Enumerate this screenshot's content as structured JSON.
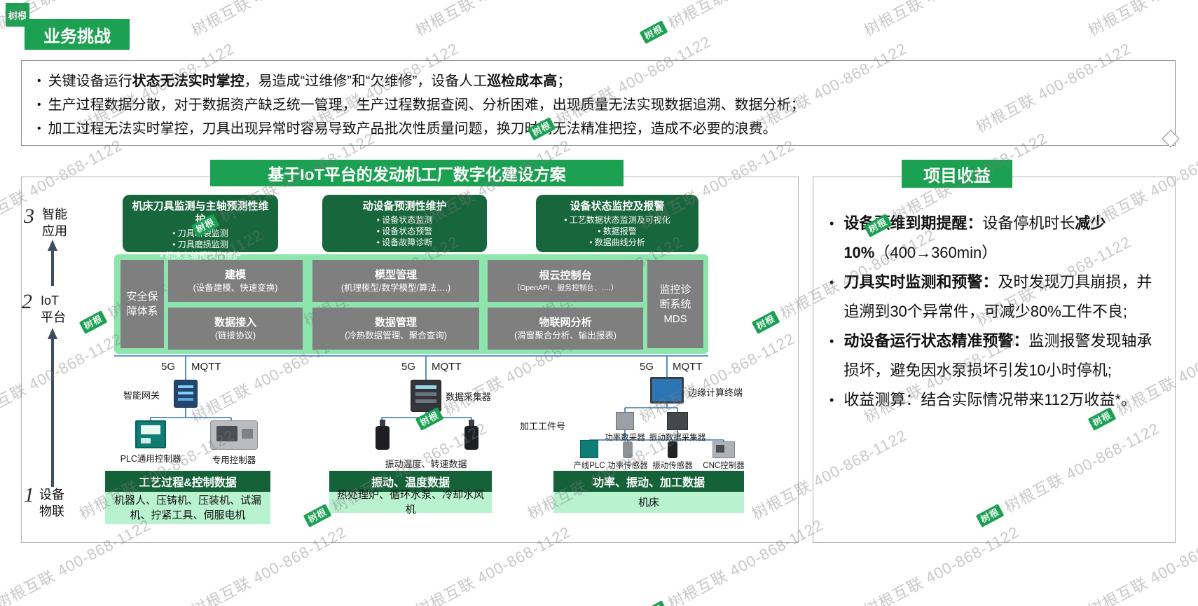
{
  "watermark": {
    "text": "树根互联 400-868-1122",
    "logo": "树根"
  },
  "colors": {
    "green": "#1CA152",
    "dark_green": "#17663C",
    "bottom_green": "#156239",
    "mint_band": "#8BE5AC",
    "light_green": "#B9F2CF",
    "gray_module": "#7F7F7F",
    "connector_blue": "#2E75B6",
    "axis": "#3F4D63"
  },
  "challenges": {
    "badge": "业务挑战",
    "items": [
      [
        {
          "t": "关键设备运行"
        },
        {
          "t": "状态无法实时掌控",
          "b": 1
        },
        {
          "t": "，易造成“过维修”和“欠维修”，设备人工"
        },
        {
          "t": "巡检成本高",
          "b": 1
        },
        {
          "t": "；"
        }
      ],
      [
        {
          "t": "生产过程数据分散，对于数据资产缺乏统一管理，生产过程数据查阅、分析困难，出现质量无法实现数据追溯、数据分析；"
        }
      ],
      [
        {
          "t": "加工过程无法实时掌控，刀具出现异常时容易导致产品批次性质量问题，换刀时间无法精准把控，造成不必要的浪费。"
        }
      ]
    ]
  },
  "solution": {
    "title": "基于IoT平台的发动机工厂数字化建设方案",
    "layers": [
      {
        "num": "3",
        "label": "智能\n应用"
      },
      {
        "num": "2",
        "label": "IoT\n平台"
      },
      {
        "num": "1",
        "label": "设备\n物联"
      }
    ],
    "app_boxes": [
      {
        "title": "机床刀具监测与主轴预测性维护",
        "items": [
          "刀具断裂监测",
          "刀具磨损监测",
          "机床主轴预测性维护"
        ]
      },
      {
        "title": "动设备预测性维护",
        "items": [
          "设备状态监测",
          "设备状态预警",
          "设备故障诊断"
        ]
      },
      {
        "title": "设备状态监控及报警",
        "items": [
          "工艺数据状态监测及可视化",
          "数据报警",
          "数据曲线分析"
        ]
      }
    ],
    "platform": {
      "left_box": "安全保\n障体系",
      "right_box": "监控诊\n断系统\nMDS",
      "modules": [
        {
          "title": "建模",
          "sub": "(设备建模、快速变换)"
        },
        {
          "title": "模型管理",
          "sub": "(机理模型/数学模型/算法….)"
        },
        {
          "title": "根云控制台",
          "sub": "（OpenAPI、服务控制台、….）"
        },
        {
          "title": "数据接入",
          "sub": "(链接协议)"
        },
        {
          "title": "数据管理",
          "sub": "(冷热数据管理、聚合查询)"
        },
        {
          "title": "物联网分析",
          "sub": "(滑窗聚合分析、输出报表)"
        }
      ]
    },
    "link": {
      "l": "5G",
      "r": "MQTT"
    },
    "devices": {
      "gateway": "智能网关",
      "plc_ctrl": "PLC通用控制器",
      "special_ctrl": "专用控制器",
      "collector": "数据采集器",
      "vib_temp": "振动温度、转速数据",
      "edge": "边缘计算终端",
      "workpiece": "加工工件号",
      "power_daq": "功率数采器",
      "vib_daq": "振动数据采集器",
      "line_plc": "产线PLC",
      "power_sensor": "功率传感器",
      "vib_sensor": "振动传感器",
      "cnc": "CNC控制器"
    },
    "data_groups": [
      {
        "header": "工艺过程&控制数据",
        "body": "机器人、压铸机、压装机、试漏机、拧紧工具、伺服电机"
      },
      {
        "header": "振动、温度数据",
        "body": "热处理炉、循环水泵、冷却水风机"
      },
      {
        "header": "功率、振动、加工数据",
        "body": "机床"
      }
    ]
  },
  "benefits": {
    "title": "项目收益",
    "items": [
      [
        {
          "t": "设备预维到期提醒：",
          "b": 1
        },
        {
          "t": "设备停机时长"
        },
        {
          "t": "减少10%",
          "b": 1
        },
        {
          "t": "（400→360min）"
        }
      ],
      [
        {
          "t": "刀具实时监测和预警：",
          "b": 1
        },
        {
          "t": "及时发现刀具崩损，并追溯到30个异常件，可减少80%工件不良;"
        }
      ],
      [
        {
          "t": "动设备运行状态精准预警：",
          "b": 1
        },
        {
          "t": "监测报警发现轴承损坏，避免因水泵损坏引发10小时停机;"
        }
      ],
      [
        {
          "t": "收益测算：结合实际情况带来112万收益*。"
        }
      ]
    ]
  }
}
